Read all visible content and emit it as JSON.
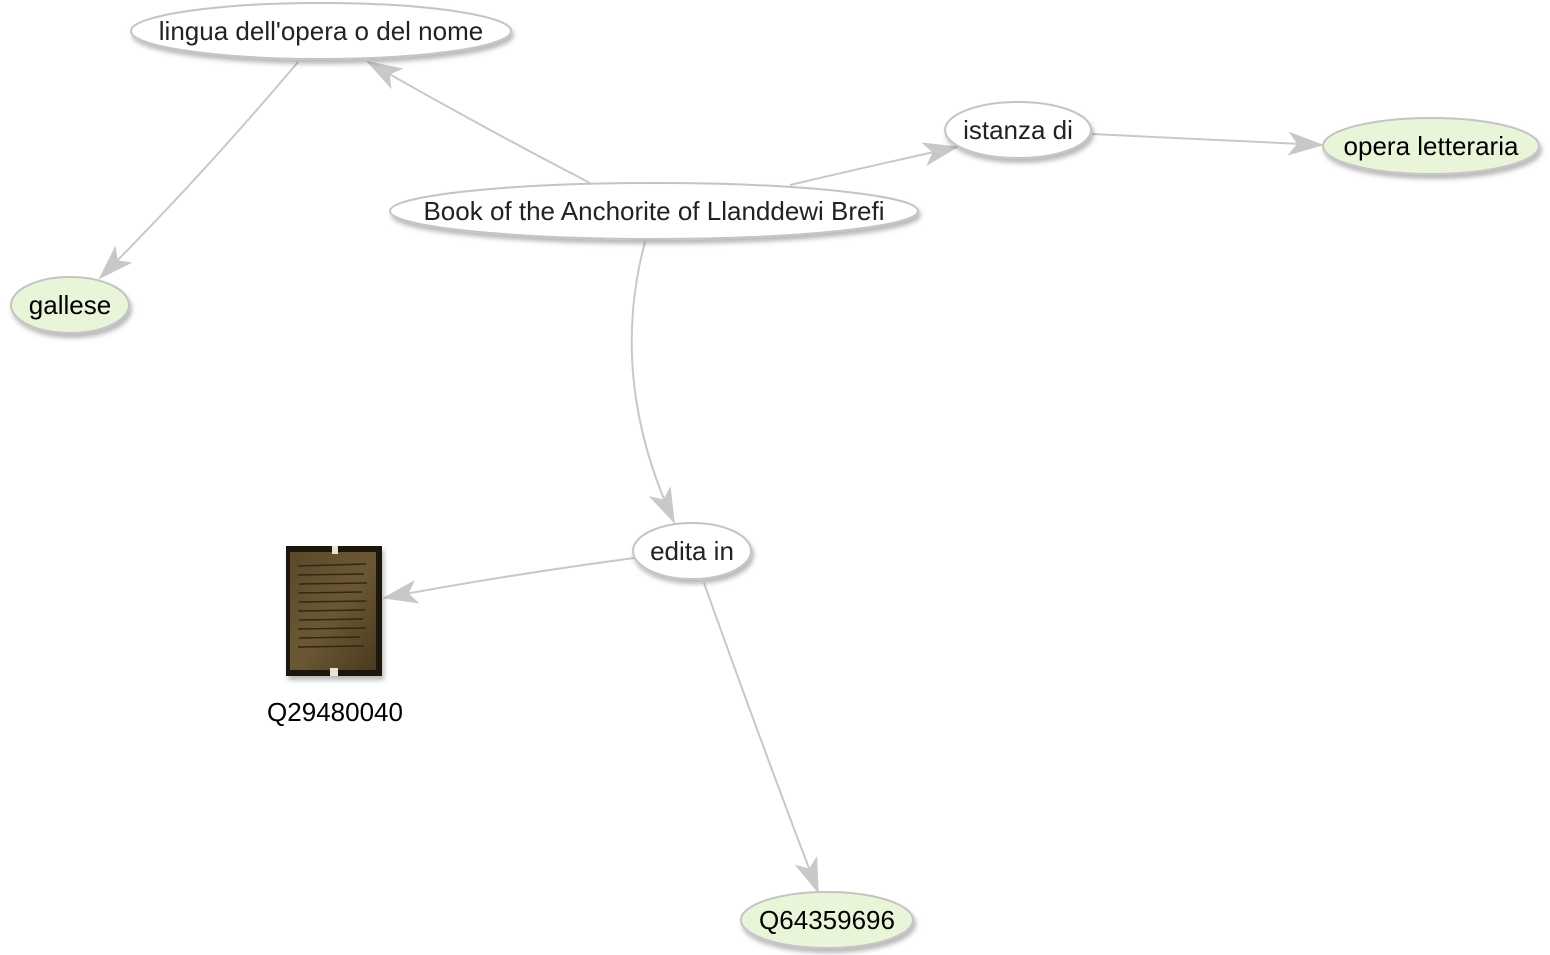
{
  "diagram": {
    "nodes": {
      "lingua": {
        "label": "lingua dell'opera o del nome",
        "kind": "property"
      },
      "istanza": {
        "label": "istanza di",
        "kind": "property"
      },
      "opera": {
        "label": "opera letteraria",
        "kind": "value"
      },
      "book": {
        "label": "Book of the Anchorite of Llanddewi Brefi",
        "kind": "item"
      },
      "gallese": {
        "label": "gallese",
        "kind": "value"
      },
      "edita": {
        "label": "edita in",
        "kind": "property"
      },
      "q29480040": {
        "label": "Q29480040",
        "kind": "image-value",
        "image_icon": "manuscript-page-icon"
      },
      "q64359696": {
        "label": "Q64359696",
        "kind": "value"
      }
    },
    "edges": [
      {
        "from": "book",
        "to": "lingua"
      },
      {
        "from": "lingua",
        "to": "gallese"
      },
      {
        "from": "book",
        "to": "istanza"
      },
      {
        "from": "istanza",
        "to": "opera"
      },
      {
        "from": "book",
        "to": "edita"
      },
      {
        "from": "edita",
        "to": "q29480040"
      },
      {
        "from": "edita",
        "to": "q64359696"
      }
    ],
    "colors": {
      "edge": "#c8c8c8",
      "property_fill": "#ffffff",
      "value_fill": "#e9f5d8",
      "node_stroke": "#c4c4c4"
    }
  }
}
